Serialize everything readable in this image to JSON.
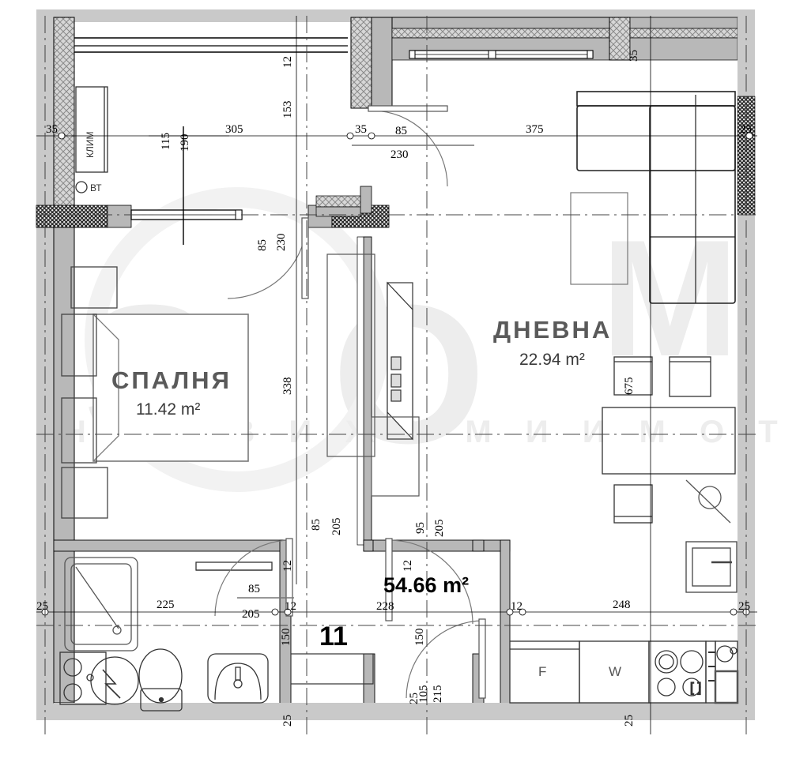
{
  "plan": {
    "total_area": "54.66 m²",
    "apartment_number": "11",
    "rooms": [
      {
        "name": "СПАЛНЯ",
        "area": "11.42 m²"
      },
      {
        "name": "ДНЕВНА",
        "area": "22.94 m²"
      }
    ],
    "annotations": {
      "climate_unit": "КЛИМ",
      "vent": "ВТ",
      "fridge": "F",
      "washer": "W"
    },
    "watermark": {
      "big": "SOM",
      "line": "Н Е Д В И Ж И М И   И М О Т И"
    },
    "dimensions": {
      "top": [
        "35",
        "305",
        "35",
        "85",
        "375",
        "25"
      ],
      "top_secondary": [
        "12",
        "153",
        "230",
        "115",
        "190"
      ],
      "bottom": [
        "25",
        "225",
        "205",
        "12",
        "228",
        "12",
        "248",
        "25"
      ],
      "bottom_secondary": [
        "85",
        "150",
        "150",
        "25",
        "105",
        "215",
        "25",
        "25",
        "25"
      ],
      "left_vertical": [
        "85",
        "230",
        "338",
        "85",
        "12"
      ],
      "doors": [
        "85",
        "205",
        "95",
        "205",
        "12"
      ],
      "right_vertical": [
        "675"
      ],
      "misc": [
        "35",
        "35",
        "12"
      ]
    },
    "colors": {
      "wall_fill": "#b8b8b8",
      "wall_hatch": "#3a3a3a",
      "line": "#000000",
      "furniture": "#444444",
      "room_label": "#5a5a5a",
      "watermark": "#ededed"
    }
  }
}
